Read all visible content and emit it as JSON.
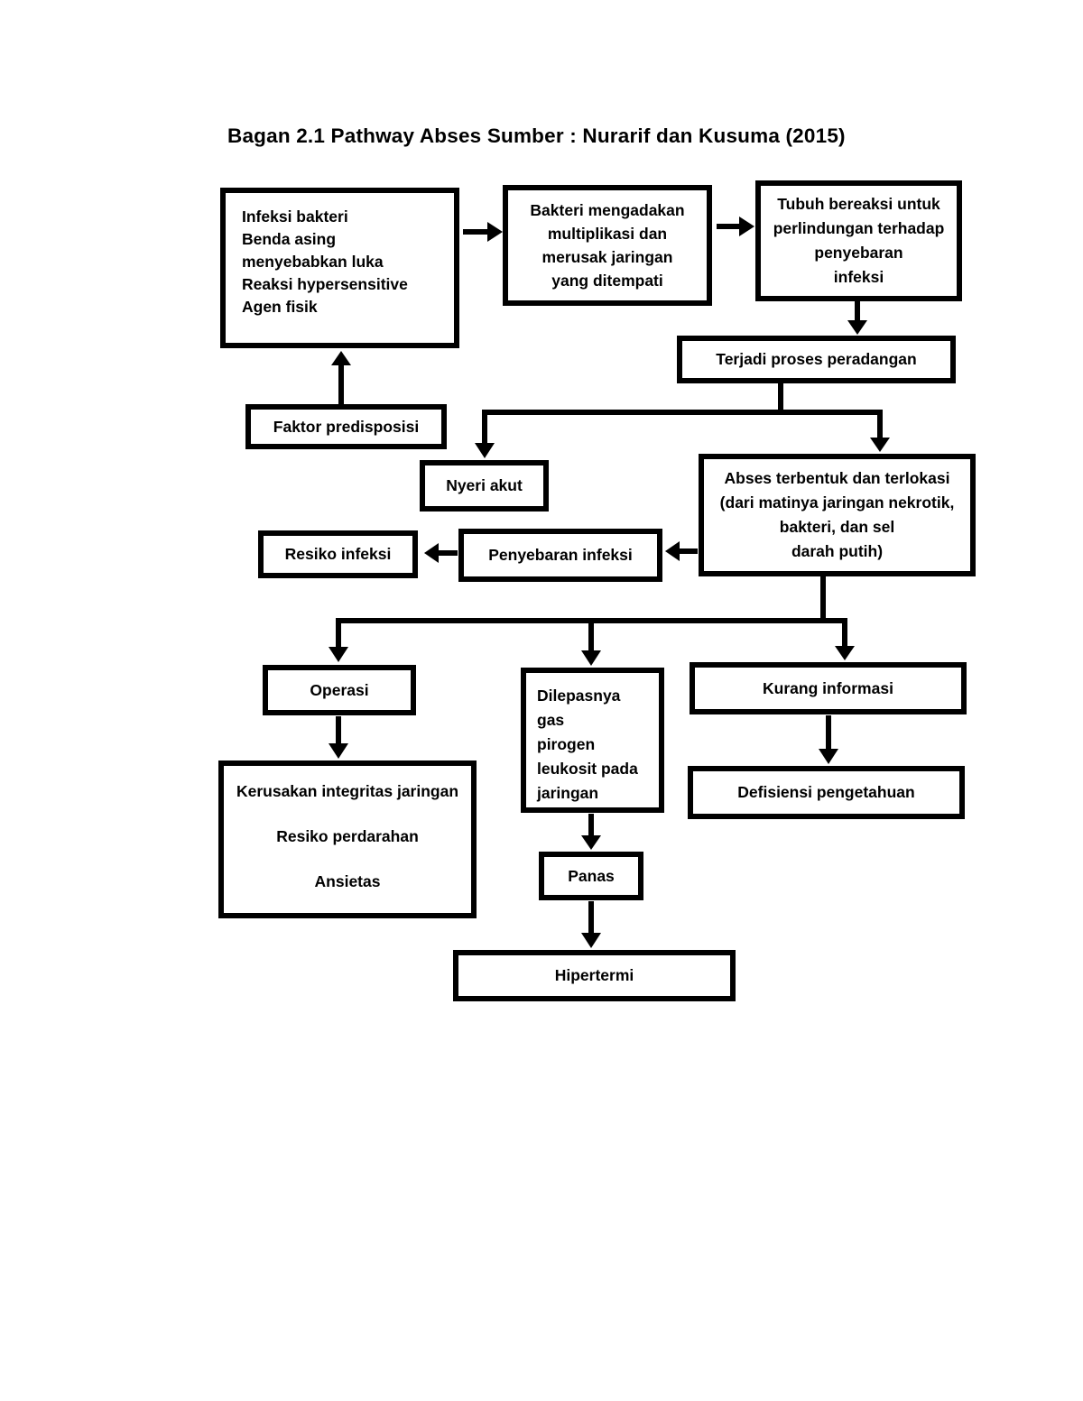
{
  "title": "Bagan 2.1 Pathway Abses Sumber : Nurarif dan Kusuma (2015)",
  "colors": {
    "ink": "#000000",
    "paper": "#ffffff"
  },
  "nodes": {
    "causes": {
      "lines": [
        "Infeksi bakteri",
        "Benda asing menyebabkan luka",
        "Reaksi hypersensitive",
        "Agen fisik"
      ]
    },
    "multiplication": {
      "lines": [
        "Bakteri mengadakan",
        "multiplikasi dan",
        "merusak jaringan",
        "yang ditempati"
      ]
    },
    "body_reaction": {
      "lines": [
        "Tubuh bereaksi untuk",
        "perlindungan terhadap",
        "penyebaran",
        "infeksi"
      ]
    },
    "inflammation": {
      "label": "Terjadi proses peradangan"
    },
    "predisposition": {
      "label": "Faktor predisposisi"
    },
    "acute_pain": {
      "label": "Nyeri akut"
    },
    "abscess": {
      "lines": [
        "Abses terbentuk dan terlokasi",
        "(dari matinya jaringan nekrotik,",
        "bakteri, dan sel",
        "darah putih)"
      ]
    },
    "infection_spread": {
      "label": "Penyebaran infeksi"
    },
    "infection_risk": {
      "label": "Resiko infeksi"
    },
    "surgery": {
      "label": "Operasi"
    },
    "pyrogen": {
      "lines": [
        "Dilepasnya gas",
        "pirogen",
        "leukosit pada",
        "jaringan"
      ]
    },
    "lack_of_info": {
      "label": "Kurang informasi"
    },
    "tissue_integrity": {
      "lines": [
        "Kerusakan integritas jaringan",
        "Resiko perdarahan",
        "Ansietas"
      ]
    },
    "knowledge_deficiency": {
      "label": "Defisiensi pengetahuan"
    },
    "heat": {
      "label": "Panas"
    },
    "hyperthermia": {
      "label": "Hipertermi"
    }
  }
}
